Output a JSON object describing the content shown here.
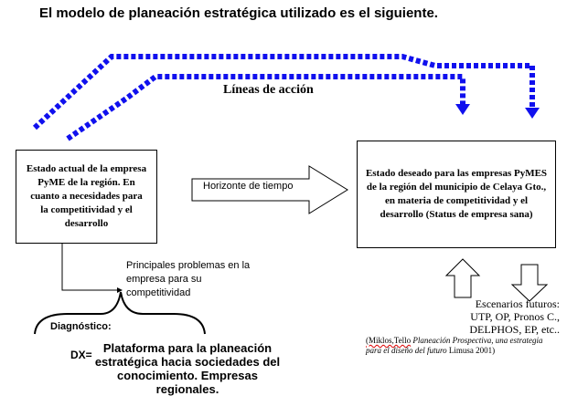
{
  "title": "El modelo de planeación estratégica utilizado es el siguiente.",
  "lineas_label": "Líneas de acción",
  "box_actual": "Estado actual de la empresa PyME de la región. En cuanto a necesidades para la competitividad y el desarrollo",
  "box_deseado": "Estado deseado para las empresas PyMES de la región del municipio de Celaya Gto., en materia de competitividad y el desarrollo (Status de empresa sana)",
  "arrow_label": "Horizonte de tiempo",
  "problemas": "Principales problemas en la empresa para su competitividad",
  "diagnostico_label": "Diagnóstico:",
  "dx_label": "DX=",
  "dx_text": "Plataforma para la planeación estratégica hacia sociedades del conocimiento. Empresas regionales.",
  "escenarios": {
    "line1": "Escenarios futuros:",
    "line2": "UTP, OP, Pronos C.,",
    "line3": "DELPHOS, EP, etc.."
  },
  "cite": {
    "author": "(Miklos,Tello",
    "title_it": "Planeación Prospectiva, una estrategia para el diseño del futuro",
    "publisher": "Limusa 2001)"
  },
  "colors": {
    "accent_blue": "#1010ee"
  }
}
